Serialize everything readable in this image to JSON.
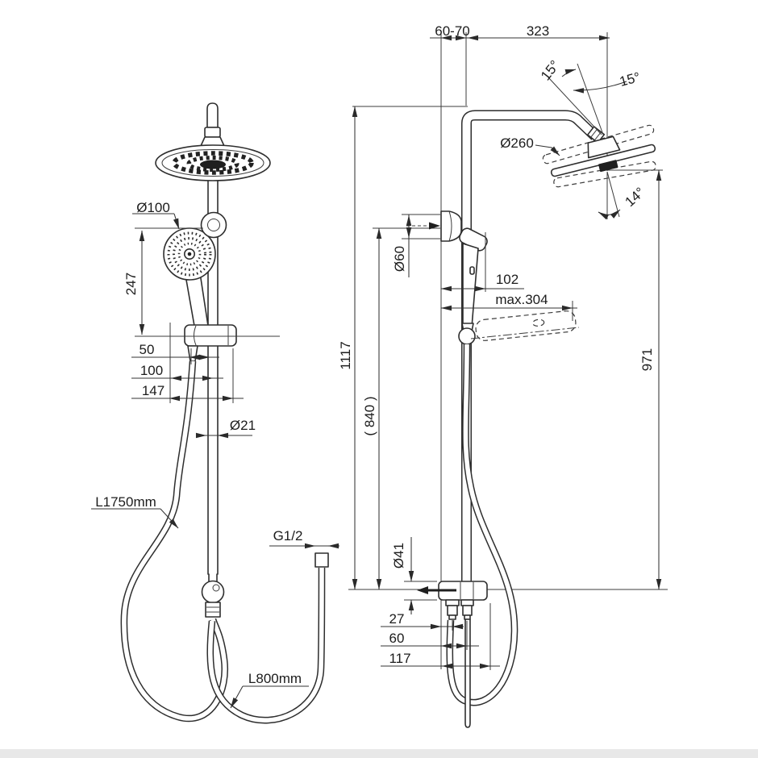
{
  "colors": {
    "line": "#2e2e2e",
    "text": "#1c1c1c",
    "footer_band": "#e8e8e8"
  },
  "front_view": {
    "handshower_diameter": "Ø100",
    "holder_height": "247",
    "offset_50": "50",
    "offset_100": "100",
    "offset_147": "147",
    "pipe_diameter": "Ø21",
    "long_hose_length": "L1750mm",
    "thread_size": "G1/2",
    "short_hose_length": "L800mm"
  },
  "side_view": {
    "wall_offset": "60-70",
    "arm_length": "323",
    "arm_swivel_left": "15°",
    "arm_swivel_right": "15°",
    "head_diameter": "Ø260",
    "head_tilt": "14°",
    "bracket_diameter": "Ø60",
    "handshower_reach": "102",
    "max_reach": "max.304",
    "total_height": "1117",
    "rail_height": "( 840 )",
    "upper_height": "971",
    "inlet_diameter": "Ø41",
    "inlet_offset_27": "27",
    "inlet_offset_60": "60",
    "inlet_offset_117": "117"
  }
}
